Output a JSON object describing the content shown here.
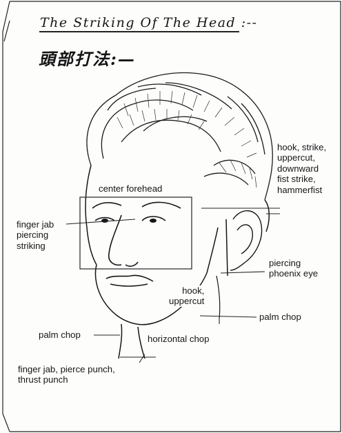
{
  "title": "The Striking Of The Head :--",
  "chinese_title": "頭部打法:—",
  "labels": {
    "center_forehead": "center forehead",
    "finger_jab_left": "finger jab\npiercing\nstriking",
    "hook_strike": "hook, strike,\nuppercut,\ndownward\nfist strike,\nhammerfist",
    "piercing_phoenix": "piercing\nphoenix eye",
    "hook_uppercut": "hook,\nuppercut",
    "palm_chop_right": "palm chop",
    "palm_chop_left": "palm chop",
    "horizontal_chop": "horizontal chop",
    "finger_jab_bottom": "finger jab, pierce punch,\nthrust punch"
  },
  "colors": {
    "ink": "#151515",
    "paper": "#fdfdfc"
  }
}
